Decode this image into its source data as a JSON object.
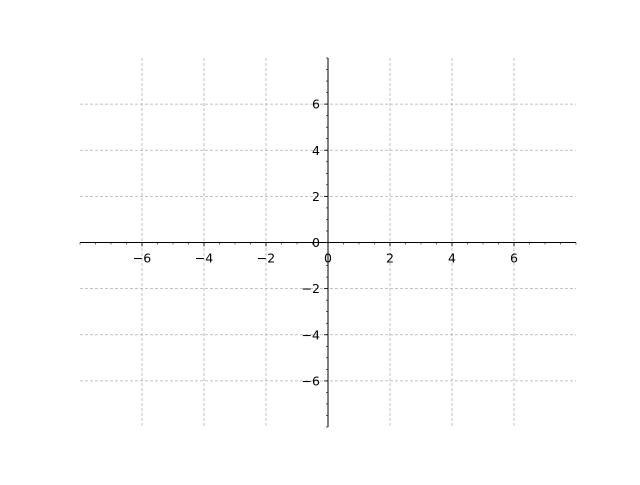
{
  "chart_data": {
    "type": "line",
    "title": "",
    "xlabel": "",
    "ylabel": "",
    "xlim": [
      -8,
      8
    ],
    "ylim": [
      -8,
      8
    ],
    "spines": "centered at origin",
    "grid": true,
    "grid_style": "dashed",
    "grid_color": "#b0b0b0",
    "axis_color": "#000000",
    "x_major_ticks": [
      -6,
      -4,
      -2,
      0,
      2,
      4,
      6
    ],
    "y_major_ticks": [
      -6,
      -4,
      -2,
      0,
      2,
      4,
      6
    ],
    "x_tick_labels": [
      "−6",
      "−4",
      "−2",
      "0",
      "2",
      "4",
      "6"
    ],
    "y_tick_labels": [
      "−6",
      "−4",
      "−2",
      "0",
      "2",
      "4",
      "6"
    ],
    "minor_tick_step": 0.5,
    "series": []
  }
}
